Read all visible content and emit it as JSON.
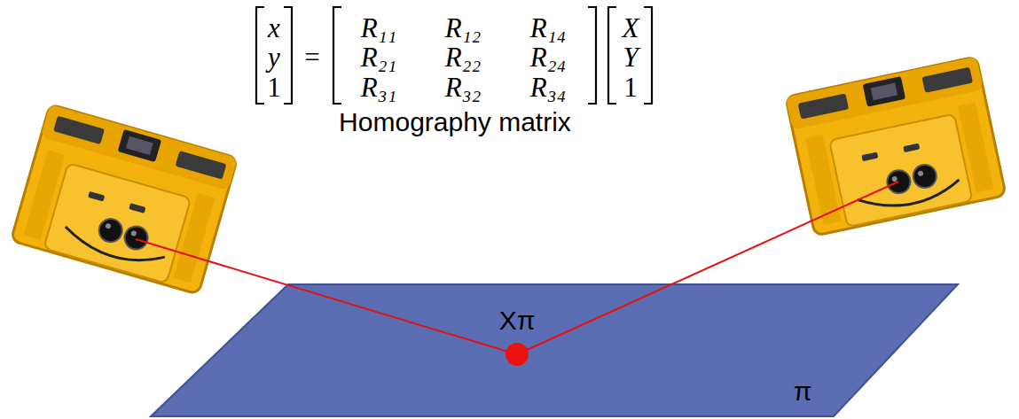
{
  "diagram": {
    "nodes": [
      {
        "text": [
          "Xπ",
          "π"
        ]
      }
    ],
    "labels": [
      "x",
      "y",
      "1",
      "=",
      "R₁₁",
      "R₁₂",
      "R₁₄",
      "R₂₁",
      "R₂₂",
      "R₂₄",
      "R₃₁",
      "R₃₂",
      "R₃₄",
      "X",
      "Y",
      "1",
      "Homography matrix"
    ]
  }
}
